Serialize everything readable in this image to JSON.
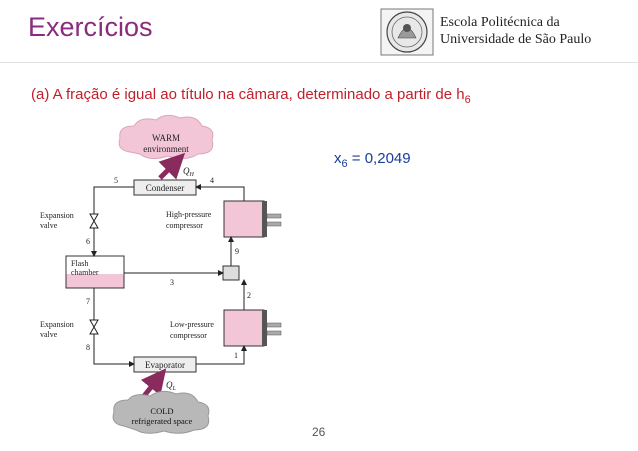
{
  "header": {
    "title": "Exercícios",
    "institution_line1": "Escola Politécnica da",
    "institution_line2": "Universidade de São Paulo"
  },
  "question": {
    "text": "(a) A fração é igual ao título na câmara, determinado a partir de h",
    "subscript": "6"
  },
  "answer": {
    "var": "x",
    "subscript": "6",
    "value": " = 0,2049"
  },
  "diagram": {
    "warm_line1": "WARM",
    "warm_line2": "environment",
    "qh": "Q",
    "qh_sub": "H",
    "cold_line1": "COLD",
    "cold_line2": "refrigerated space",
    "ql": "Q",
    "ql_sub": "L",
    "condenser": "Condenser",
    "evaporator": "Evaporator",
    "flash_line1": "Flash",
    "flash_line2": "chamber",
    "exp_valve_line1": "Expansion",
    "exp_valve_line2": "valve",
    "hp_comp_line1": "High-pressure",
    "hp_comp_line2": "compressor",
    "lp_comp_line1": "Low-pressure",
    "lp_comp_line2": "compressor",
    "state_1": "1",
    "state_2": "2",
    "state_3": "3",
    "state_4": "4",
    "state_5": "5",
    "state_6": "6",
    "state_7": "7",
    "state_8": "8",
    "state_9": "9"
  },
  "footer": {
    "page_number": "26"
  },
  "colors": {
    "title": "#8a2b7d",
    "question": "#c0202b",
    "answer": "#1a3d9a",
    "pink_fill": "#f3c6d7",
    "arrow": "#8a2b5e"
  }
}
